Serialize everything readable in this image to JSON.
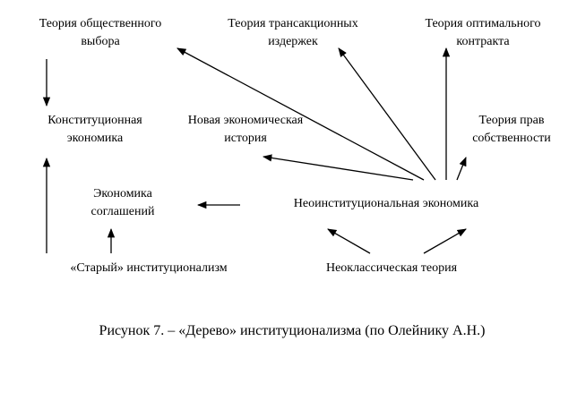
{
  "nodes": {
    "public_choice": [
      "Теория общественного",
      "выбора"
    ],
    "transaction_costs": [
      "Теория трансакционных",
      "издержек"
    ],
    "optimal_contract": [
      "Теория оптимального",
      "контракта"
    ],
    "constitutional": [
      "Конституционная",
      "экономика"
    ],
    "new_econ_history": [
      "Новая экономическая",
      "история"
    ],
    "property_rights": [
      "Теория прав",
      "собственности"
    ],
    "conventions": [
      "Экономика",
      "соглашений"
    ],
    "neo_institutional": "Неоинституциональная экономика",
    "old_institutionalism": "«Старый» институционализм",
    "neoclassical": "Неоклассическая теория"
  },
  "caption": "Рисунок 7. – «Дерево» институционализма (по Олейнику А.Н.)"
}
